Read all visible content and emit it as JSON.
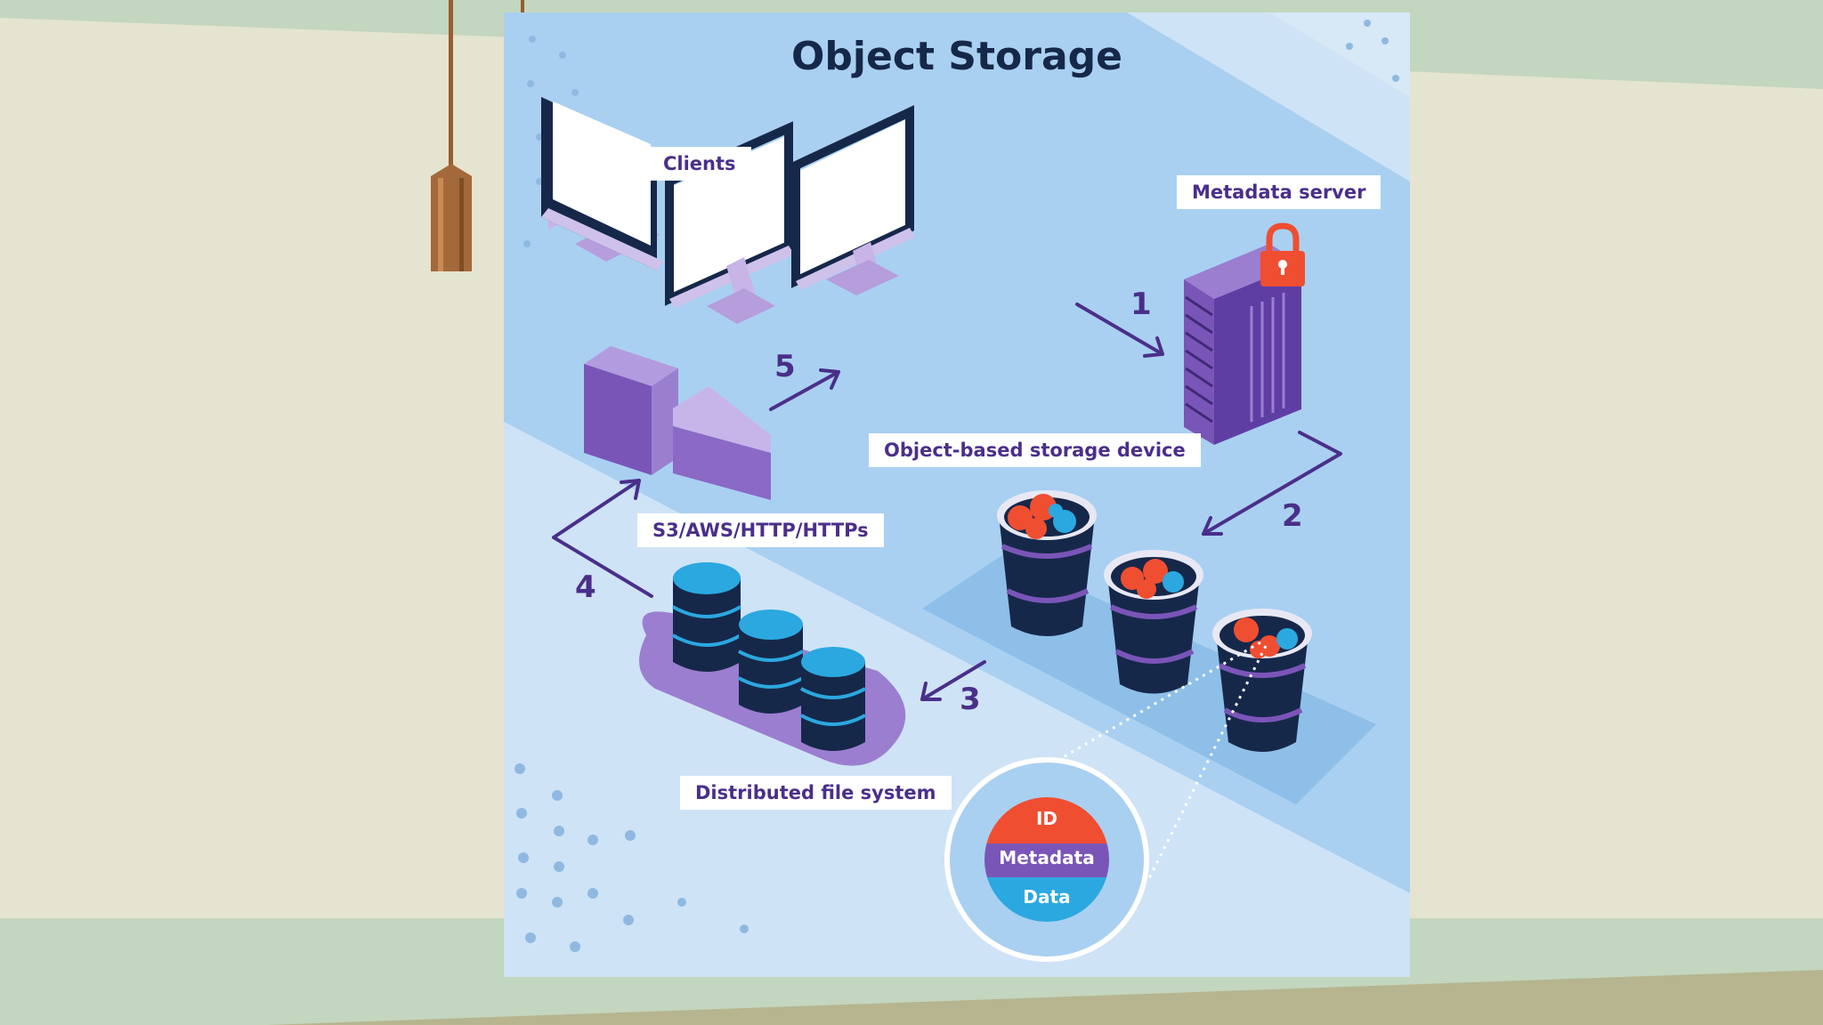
{
  "diagram": {
    "title": "Object Storage",
    "labels": {
      "clients": "Clients",
      "metadata_server": "Metadata server",
      "object_storage_device": "Object-based storage device",
      "protocols": "S3/AWS/HTTP/HTTPs",
      "distributed_fs": "Distributed file system"
    },
    "steps": [
      "1",
      "2",
      "3",
      "4",
      "5"
    ],
    "object_parts": {
      "id": "ID",
      "metadata": "Metadata",
      "data": "Data"
    }
  },
  "colors": {
    "panel_light": "#cfe3f6",
    "panel_blue": "#a9d0f1",
    "purple": "#7a55b8",
    "navy": "#16284a",
    "orange": "#f04e31",
    "teal": "#2ba8e0",
    "page_cream": "#e4e4d0",
    "page_green": "#c3d6bf"
  }
}
